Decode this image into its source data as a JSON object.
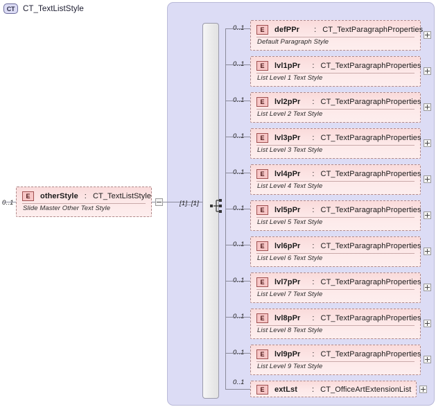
{
  "diagram": {
    "kind": "xsd-schema-diagram",
    "complex_type": {
      "badge": "CT",
      "name": "CT_TextListStyle",
      "compositor": {
        "icon": "all-compositor-icon",
        "cardinality": "[1]..[1]"
      }
    },
    "root_element": {
      "badge": "E",
      "name": "otherStyle",
      "separator": ":",
      "type": "CT_TextListStyle",
      "documentation": "Slide Master Other Text Style",
      "cardinality": "0..1",
      "toggle": "collapse-button"
    },
    "children": [
      {
        "badge": "E",
        "name": "defPPr",
        "separator": ":",
        "type": "CT_TextParagraphProperties",
        "documentation": "Default Paragraph Style",
        "cardinality": "0..1",
        "toggle": "expand-button"
      },
      {
        "badge": "E",
        "name": "lvl1pPr",
        "separator": ":",
        "type": "CT_TextParagraphProperties",
        "documentation": "List Level 1 Text Style",
        "cardinality": "0..1",
        "toggle": "expand-button"
      },
      {
        "badge": "E",
        "name": "lvl2pPr",
        "separator": ":",
        "type": "CT_TextParagraphProperties",
        "documentation": "List Level 2 Text Style",
        "cardinality": "0..1",
        "toggle": "expand-button"
      },
      {
        "badge": "E",
        "name": "lvl3pPr",
        "separator": ":",
        "type": "CT_TextParagraphProperties",
        "documentation": "List Level 3 Text Style",
        "cardinality": "0..1",
        "toggle": "expand-button"
      },
      {
        "badge": "E",
        "name": "lvl4pPr",
        "separator": ":",
        "type": "CT_TextParagraphProperties",
        "documentation": "List Level 4 Text Style",
        "cardinality": "0..1",
        "toggle": "expand-button"
      },
      {
        "badge": "E",
        "name": "lvl5pPr",
        "separator": ":",
        "type": "CT_TextParagraphProperties",
        "documentation": "List Level 5 Text Style",
        "cardinality": "0..1",
        "toggle": "expand-button"
      },
      {
        "badge": "E",
        "name": "lvl6pPr",
        "separator": ":",
        "type": "CT_TextParagraphProperties",
        "documentation": "List Level 6 Text Style",
        "cardinality": "0..1",
        "toggle": "expand-button"
      },
      {
        "badge": "E",
        "name": "lvl7pPr",
        "separator": ":",
        "type": "CT_TextParagraphProperties",
        "documentation": "List Level 7 Text Style",
        "cardinality": "0..1",
        "toggle": "expand-button"
      },
      {
        "badge": "E",
        "name": "lvl8pPr",
        "separator": ":",
        "type": "CT_TextParagraphProperties",
        "documentation": "List Level 8 Text Style",
        "cardinality": "0..1",
        "toggle": "expand-button"
      },
      {
        "badge": "E",
        "name": "lvl9pPr",
        "separator": ":",
        "type": "CT_TextParagraphProperties",
        "documentation": "List Level 9 Text Style",
        "cardinality": "0..1",
        "toggle": "expand-button"
      },
      {
        "badge": "E",
        "name": "extLst",
        "separator": ":",
        "type": "CT_OfficeArtExtensionList",
        "documentation": "",
        "cardinality": "0..1",
        "toggle": "expand-button"
      }
    ],
    "colors": {
      "container_fill": "#dcdcf5",
      "container_stroke": "#b9b9d8",
      "element_fill": "#fbe3e3",
      "element_stroke": "#b08a8a",
      "badge_fill": "#f7c6c6",
      "connector": "#8a8a9a",
      "page_background": "#ffffff"
    }
  }
}
